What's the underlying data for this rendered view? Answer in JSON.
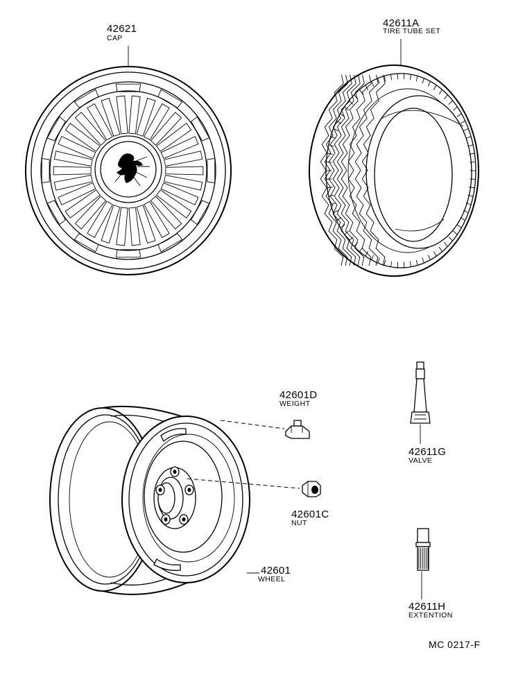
{
  "parts": {
    "cap": {
      "number": "42621",
      "name": "CAP"
    },
    "tire_tube_set": {
      "number": "42611A",
      "name": "TIRE TUBE SET"
    },
    "weight": {
      "number": "42601D",
      "name": "WEIGHT"
    },
    "valve": {
      "number": "42611G",
      "name": "VALVE"
    },
    "nut": {
      "number": "42601C",
      "name": "NUT"
    },
    "wheel": {
      "number": "42601",
      "name": "WHEEL"
    },
    "extension": {
      "number": "42611H",
      "name": "EXTENTION"
    }
  },
  "diagram_code": "MC 0217-F"
}
